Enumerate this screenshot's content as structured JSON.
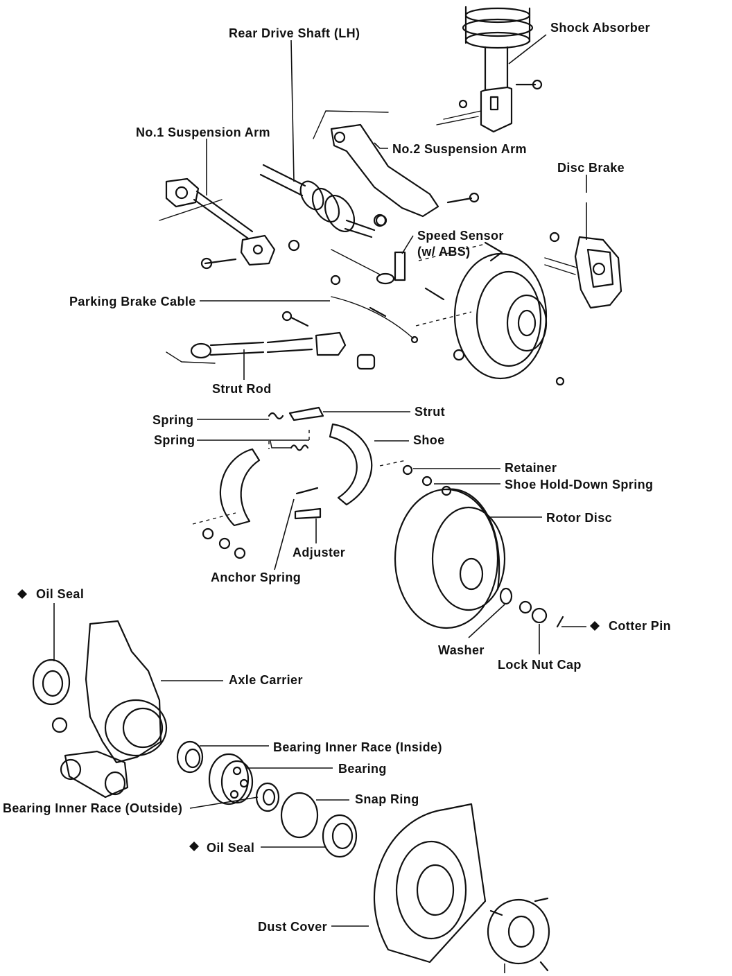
{
  "labels": {
    "shock_absorber": "Shock Absorber",
    "rear_drive_shaft": "Rear Drive Shaft (LH)",
    "no1_suspension_arm": "No.1 Suspension Arm",
    "no2_suspension_arm": "No.2 Suspension Arm",
    "disc_brake": "Disc Brake",
    "speed_sensor_line1": "Speed Sensor",
    "speed_sensor_line2": "(w/ ABS)",
    "parking_brake_cable": "Parking Brake Cable",
    "strut_rod": "Strut Rod",
    "spring_1": "Spring",
    "strut": "Strut",
    "spring_2": "Spring",
    "shoe": "Shoe",
    "retainer": "Retainer",
    "shoe_hold_down_spring": "Shoe Hold-Down Spring",
    "rotor_disc": "Rotor Disc",
    "adjuster": "Adjuster",
    "anchor_spring": "Anchor Spring",
    "oil_seal_top": "Oil Seal",
    "cotter_pin": "Cotter Pin",
    "washer": "Washer",
    "lock_nut_cap": "Lock Nut Cap",
    "axle_carrier": "Axle Carrier",
    "bearing_inner_race_inside": "Bearing Inner Race (Inside)",
    "bearing": "Bearing",
    "bearing_inner_race_outside": "Bearing Inner Race (Outside)",
    "snap_ring": "Snap Ring",
    "oil_seal_bottom": "Oil Seal",
    "dust_cover": "Dust Cover"
  },
  "icons": {
    "non_reusable_marker": "diamond-icon"
  },
  "colors": {
    "ink": "#111111",
    "paper": "#ffffff"
  }
}
